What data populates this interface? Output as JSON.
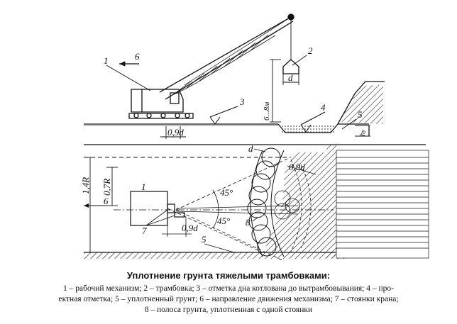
{
  "labels": {
    "n1_top": "1",
    "n2": "2",
    "n3": "3",
    "n4": "4",
    "n5": "5",
    "n6_top": "6",
    "d_top": "d",
    "drop_height": "6...8",
    "drop_height_unit": "м",
    "h_y": "h",
    "h_y_sub": "у",
    "spacing_top": "0,9d",
    "radius_outer": "1,4R",
    "radius_inner": "0,7R",
    "n6_plan": "6",
    "n1_plan": "1",
    "angle_upper": "45°",
    "angle_lower": "45°",
    "n7": "7",
    "spacing_plan_bottom": "0,9d",
    "n5_plan": "5",
    "n8": "8",
    "d_plan": "d",
    "spacing_plan_arc": "0,9d"
  },
  "caption": {
    "title": "Уплотнение грунта тяжелыми трамбовками:",
    "lines": [
      "1 – рабочий механизм; 2 – трамбовка; 3 – отметка дна котлована до вытрамбовывания; 4 – про-",
      "ектная отметка; 5 – уплотненный грунт; 6 – направление движения механизма; 7 – стоянки крана;",
      "8 – полоса грунта, уплотненная с одной стоянки"
    ]
  }
}
